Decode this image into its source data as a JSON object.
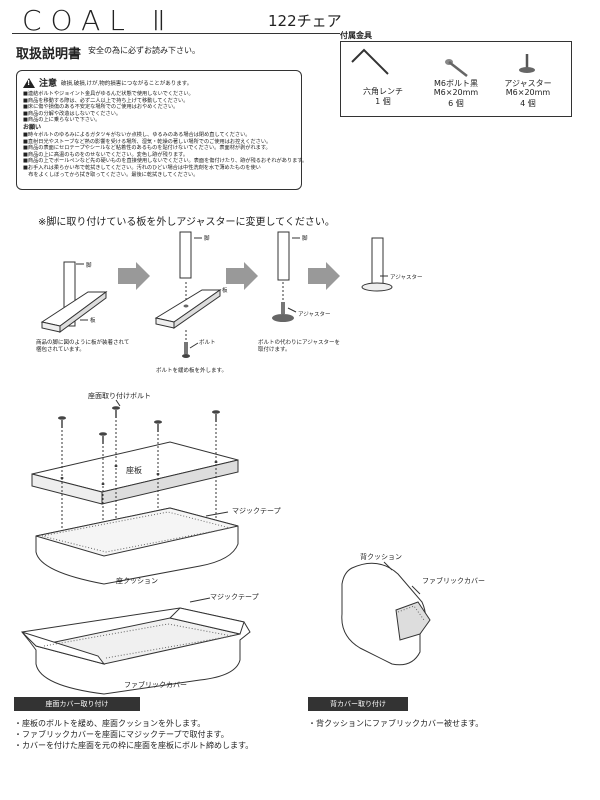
{
  "header": {
    "brand": "COAL Ⅱ",
    "model": "122チェア",
    "title": "取扱説明書",
    "subtitle": "安全の為に必ずお読み下さい。"
  },
  "caution": {
    "label": "注意",
    "lead": "破損,破損,けが,物的損害につながることがあります。",
    "items": [
      "■連結ボルトやジョイント金具がゆるんだ状態で使用しないでください。",
      "■商品を移動する際は、必ず二人以上で持ち上げて移動してください。",
      "■床に傷や損傷のある不安定な場所でのご使用はおやめください。",
      "■商品の分解や改造はしないでください。",
      "■商品の上に乗らないで下さい。"
    ],
    "note_label": "お願い",
    "notes": [
      "■時々ボルトのゆるみによるガタツキがないか点検し、ゆるみのある場合は閉め直してください。",
      "■直射日光やストーブなど熱の影響を受ける場所、湿気・乾燥の著しい場所でのご使用はお控えください。",
      "■商品の表面にセロテープやシールなど粘着性のあるものを貼付けないでください。表面材が剥がれます。",
      "■商品の上に高温のものをのせないでください。変色し跡が残ります。",
      "■商品の上でボールペンなど先の硬いものを直接使用しないでください。表面を傷付けたり、跡が残るおそれがあります。",
      "■お手入れは柔らかい布で乾拭きしてください。汚れのひどい場合は中性洗剤を水で薄めたものを使い",
      "　布をよくしぼってから拭き取ってください。最後に乾拭きしてください。"
    ]
  },
  "parts": {
    "title": "付属金具",
    "items": [
      {
        "name": "六角レンチ",
        "qty": "1 個"
      },
      {
        "name": "M6ボルト黒",
        "spec": "M6×20mm",
        "qty": "6 個"
      },
      {
        "name": "アジャスター",
        "spec": "M6×20mm",
        "qty": "4 個"
      }
    ]
  },
  "legs": {
    "instruction": "※脚に取り付けている板を外しアジャスターに変更してください。",
    "leg_label": "脚",
    "board_label": "板",
    "adjuster_label": "アジャスター",
    "bolt_label": "ボルト",
    "note1": "商品の脚に図のように板が装着されて",
    "note1b": "梱包されています。",
    "note2": "ボルトを緩め板を外します。",
    "note3": "ボルトの代わりにアジャスターを",
    "note3b": "取付けます。"
  },
  "assembly": {
    "seat_bolt_label": "座面取り付けボルト",
    "seat_board_label": "座板",
    "velcro_label": "マジックテープ",
    "seat_cushion_label": "座クッション",
    "velcro_label2": "マジックテープ",
    "fabric_cover_label": "ファブリックカバー",
    "back_cushion_label": "背クッション",
    "fabric_cover_label2": "ファブリックカバー"
  },
  "seat_cover": {
    "header": "座面カバー取り付け",
    "steps": [
      "・座板のボルトを緩め、座面クッションを外します。",
      "・ファブリックカバーを座面にマジックテープで取付ます。",
      "・カバーを付けた座面を元の枠に座面を座板にボルト締めします。"
    ]
  },
  "back_cover": {
    "header": "背カバー取り付け",
    "steps": [
      "・背クッションにファブリックカバー被せます。"
    ]
  }
}
